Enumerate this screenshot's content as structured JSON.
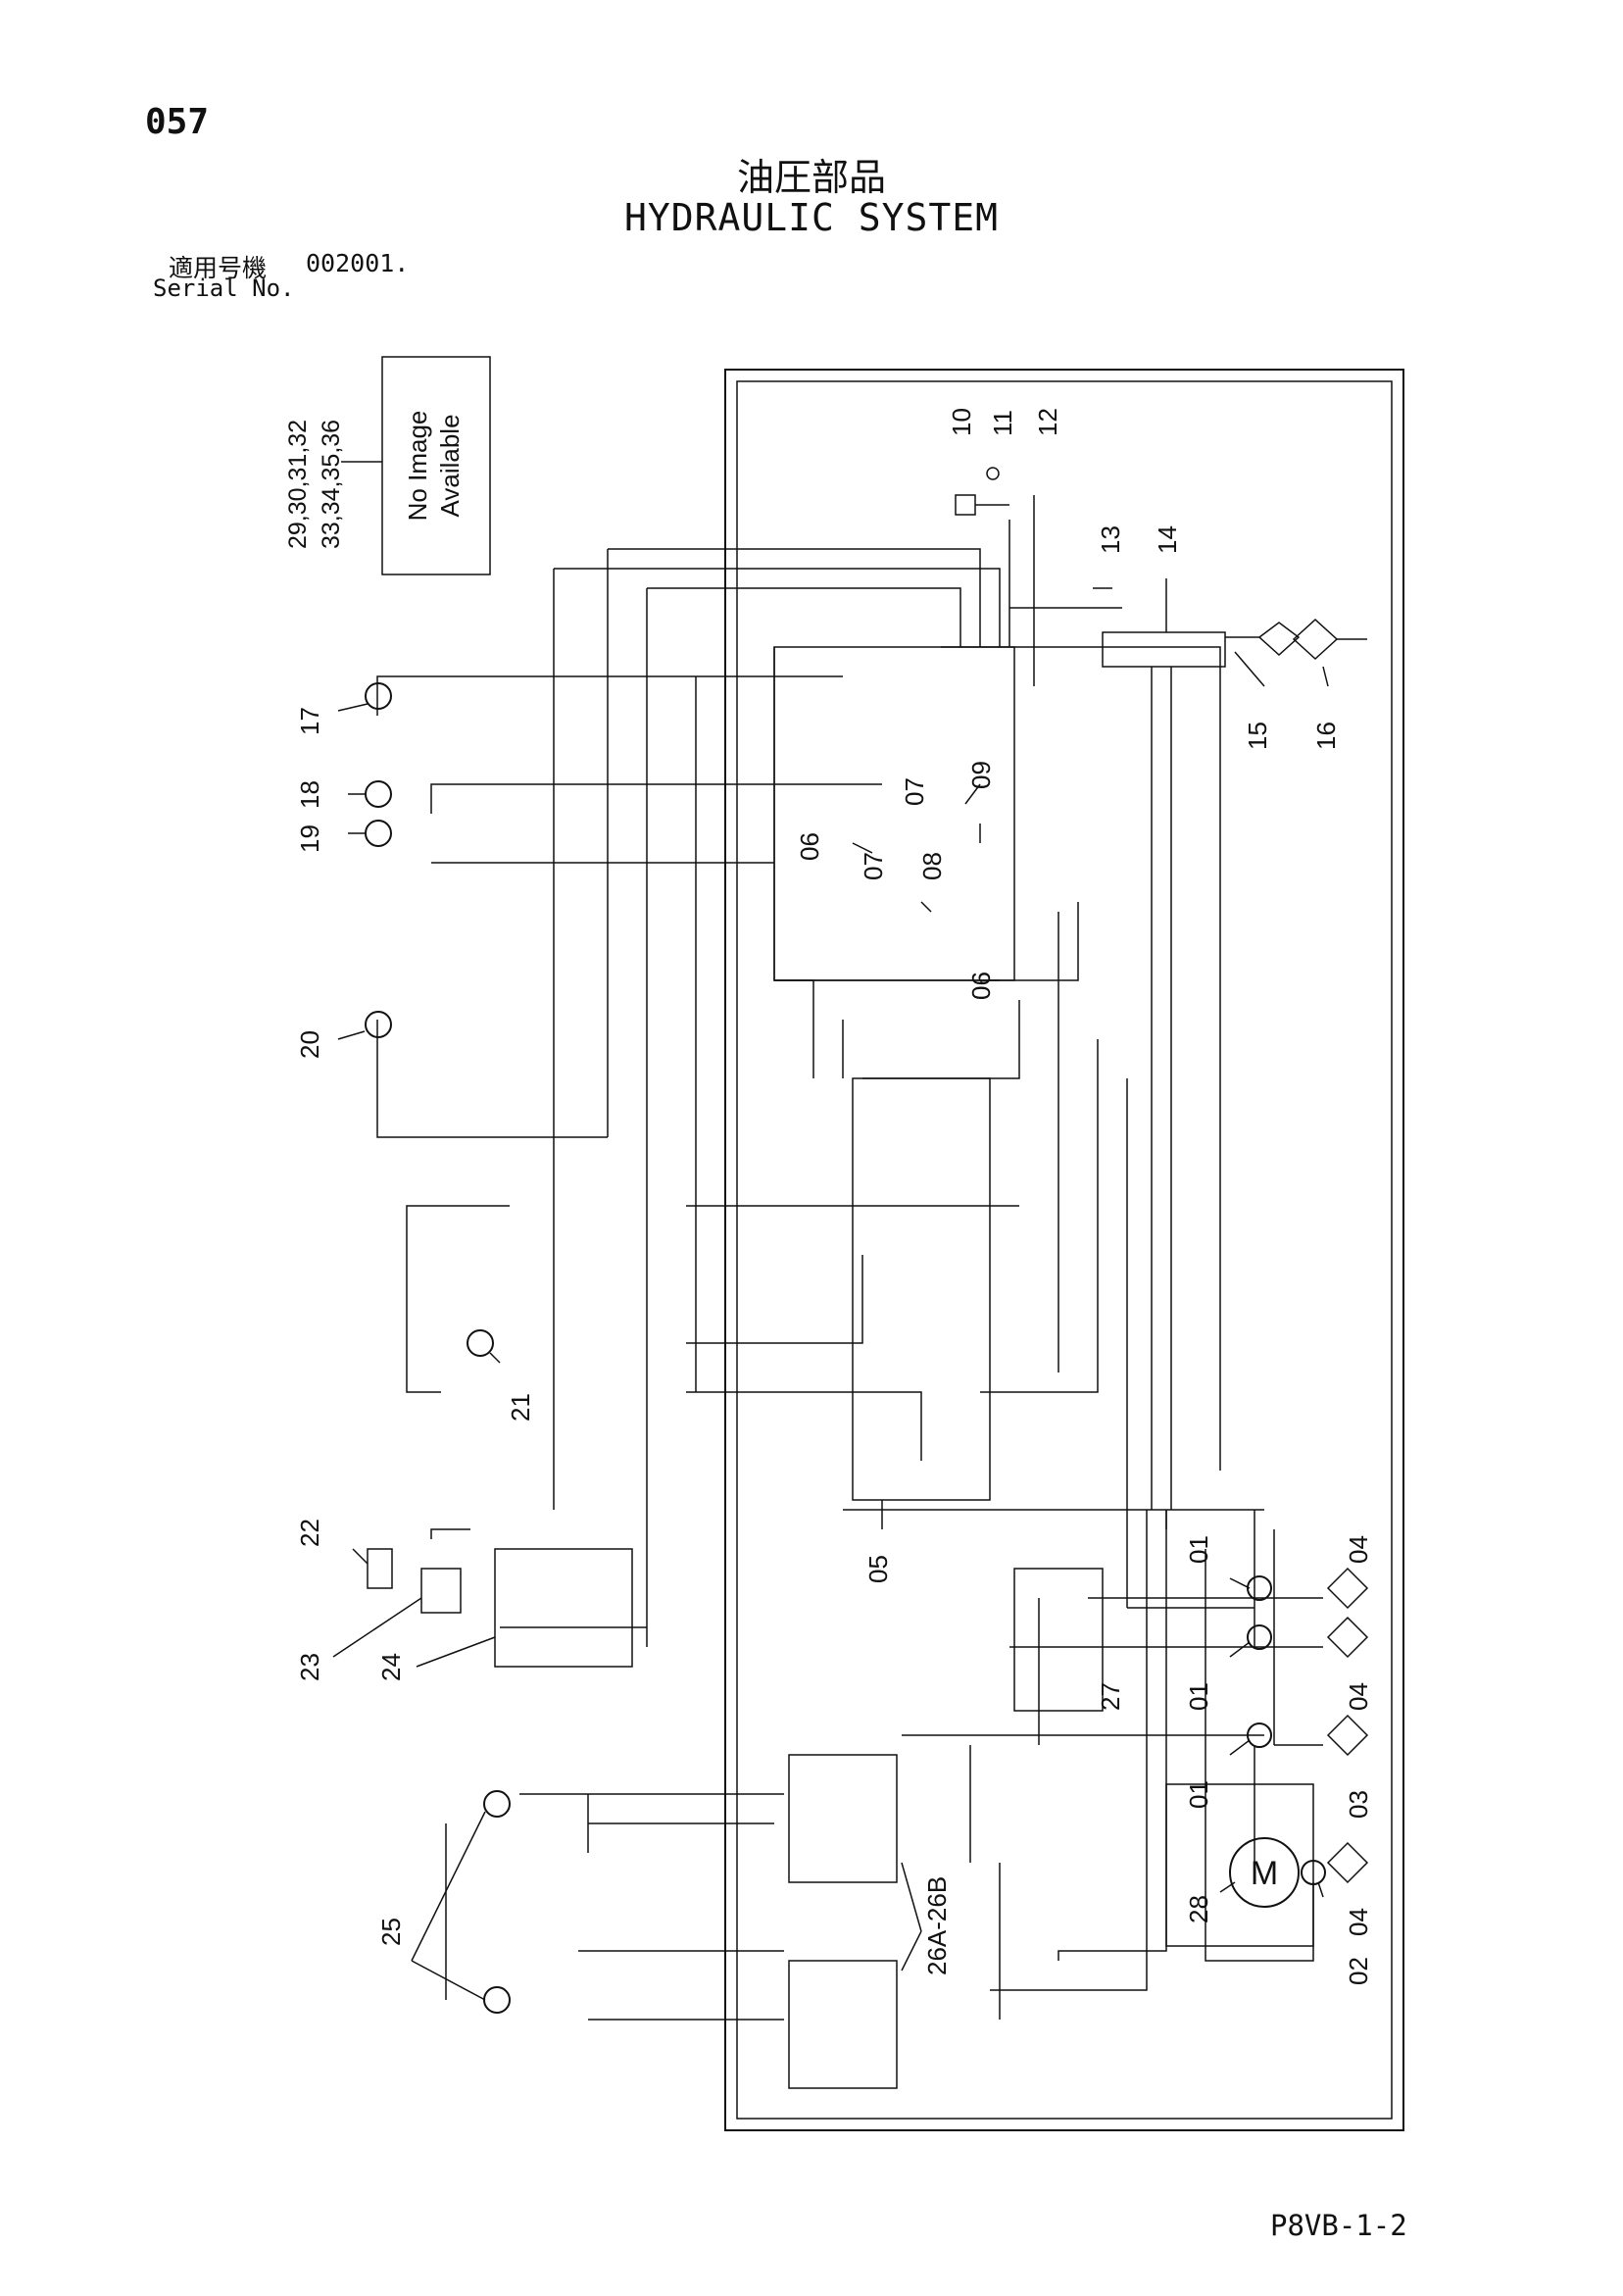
{
  "page_number": "057",
  "title_jp": "油圧部品",
  "title_en": "HYDRAULIC SYSTEM",
  "serial": {
    "label_jp": "適用号機",
    "value": "002001.",
    "label_en": "Serial No."
  },
  "doc_code": "P8VB-1-2",
  "no_image": {
    "line1": "No Image",
    "line2": "Available"
  },
  "callouts": {
    "c01": "01",
    "c02": "02",
    "c03": "03",
    "c04": "04",
    "c05": "05",
    "c06": "06",
    "c07": "07",
    "c08": "08",
    "c09": "09",
    "c10": "10",
    "c11": "11",
    "c12": "12",
    "c13": "13",
    "c14": "14",
    "c15": "15",
    "c16": "16",
    "c17": "17",
    "c18": "18",
    "c19": "19",
    "c20": "20",
    "c21": "21",
    "c22": "22",
    "c23": "23",
    "c24": "24",
    "c25": "25",
    "c26": "26A-26B",
    "c27": "27",
    "c28": "28",
    "c29": "29,30,31,32",
    "c33": "33,34,35,36"
  },
  "motor_symbol": "M"
}
